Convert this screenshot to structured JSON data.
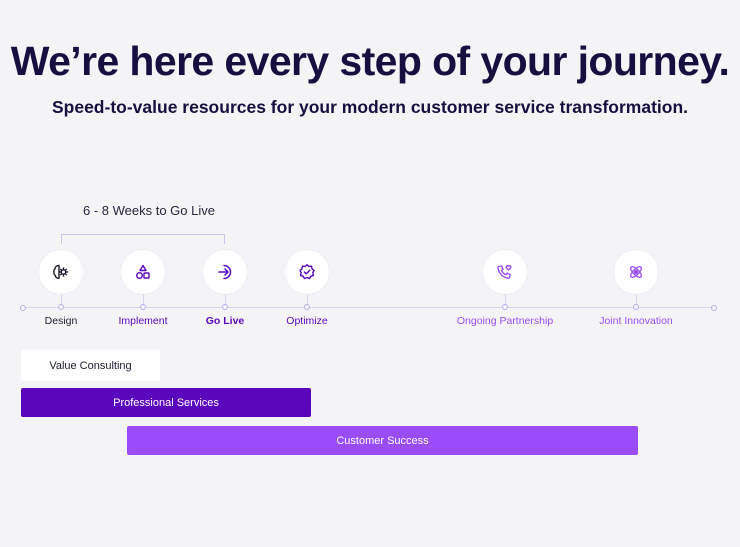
{
  "header": {
    "title": "We’re here every step of your journey.",
    "subtitle": "Speed-to-value resources for your modern customer service transformation."
  },
  "timeline": {
    "weeks_label": "6 - 8 Weeks to Go Live",
    "stages": [
      {
        "label": "Design",
        "icon": "brain-gear-icon",
        "color": "#1f1a30"
      },
      {
        "label": "Implement",
        "icon": "shapes-icon",
        "color": "#5a06bd"
      },
      {
        "label": "Go Live",
        "icon": "arrow-circle-right-icon",
        "color": "#5a06bd",
        "bold": true
      },
      {
        "label": "Optimize",
        "icon": "badge-check-icon",
        "color": "#5a06bd"
      },
      {
        "label": "Ongoing Partnership",
        "icon": "phone-heart-icon",
        "color": "#9a4cf8"
      },
      {
        "label": "Joint Innovation",
        "icon": "atom-icon",
        "color": "#9a4cf8"
      }
    ]
  },
  "programs": {
    "value_consulting": "Value Consulting",
    "professional_services": "Professional Services",
    "customer_success": "Customer Success"
  },
  "colors": {
    "dark_navy": "#170f40",
    "deep_purple": "#5a06bd",
    "light_purple": "#9a4cf8"
  }
}
